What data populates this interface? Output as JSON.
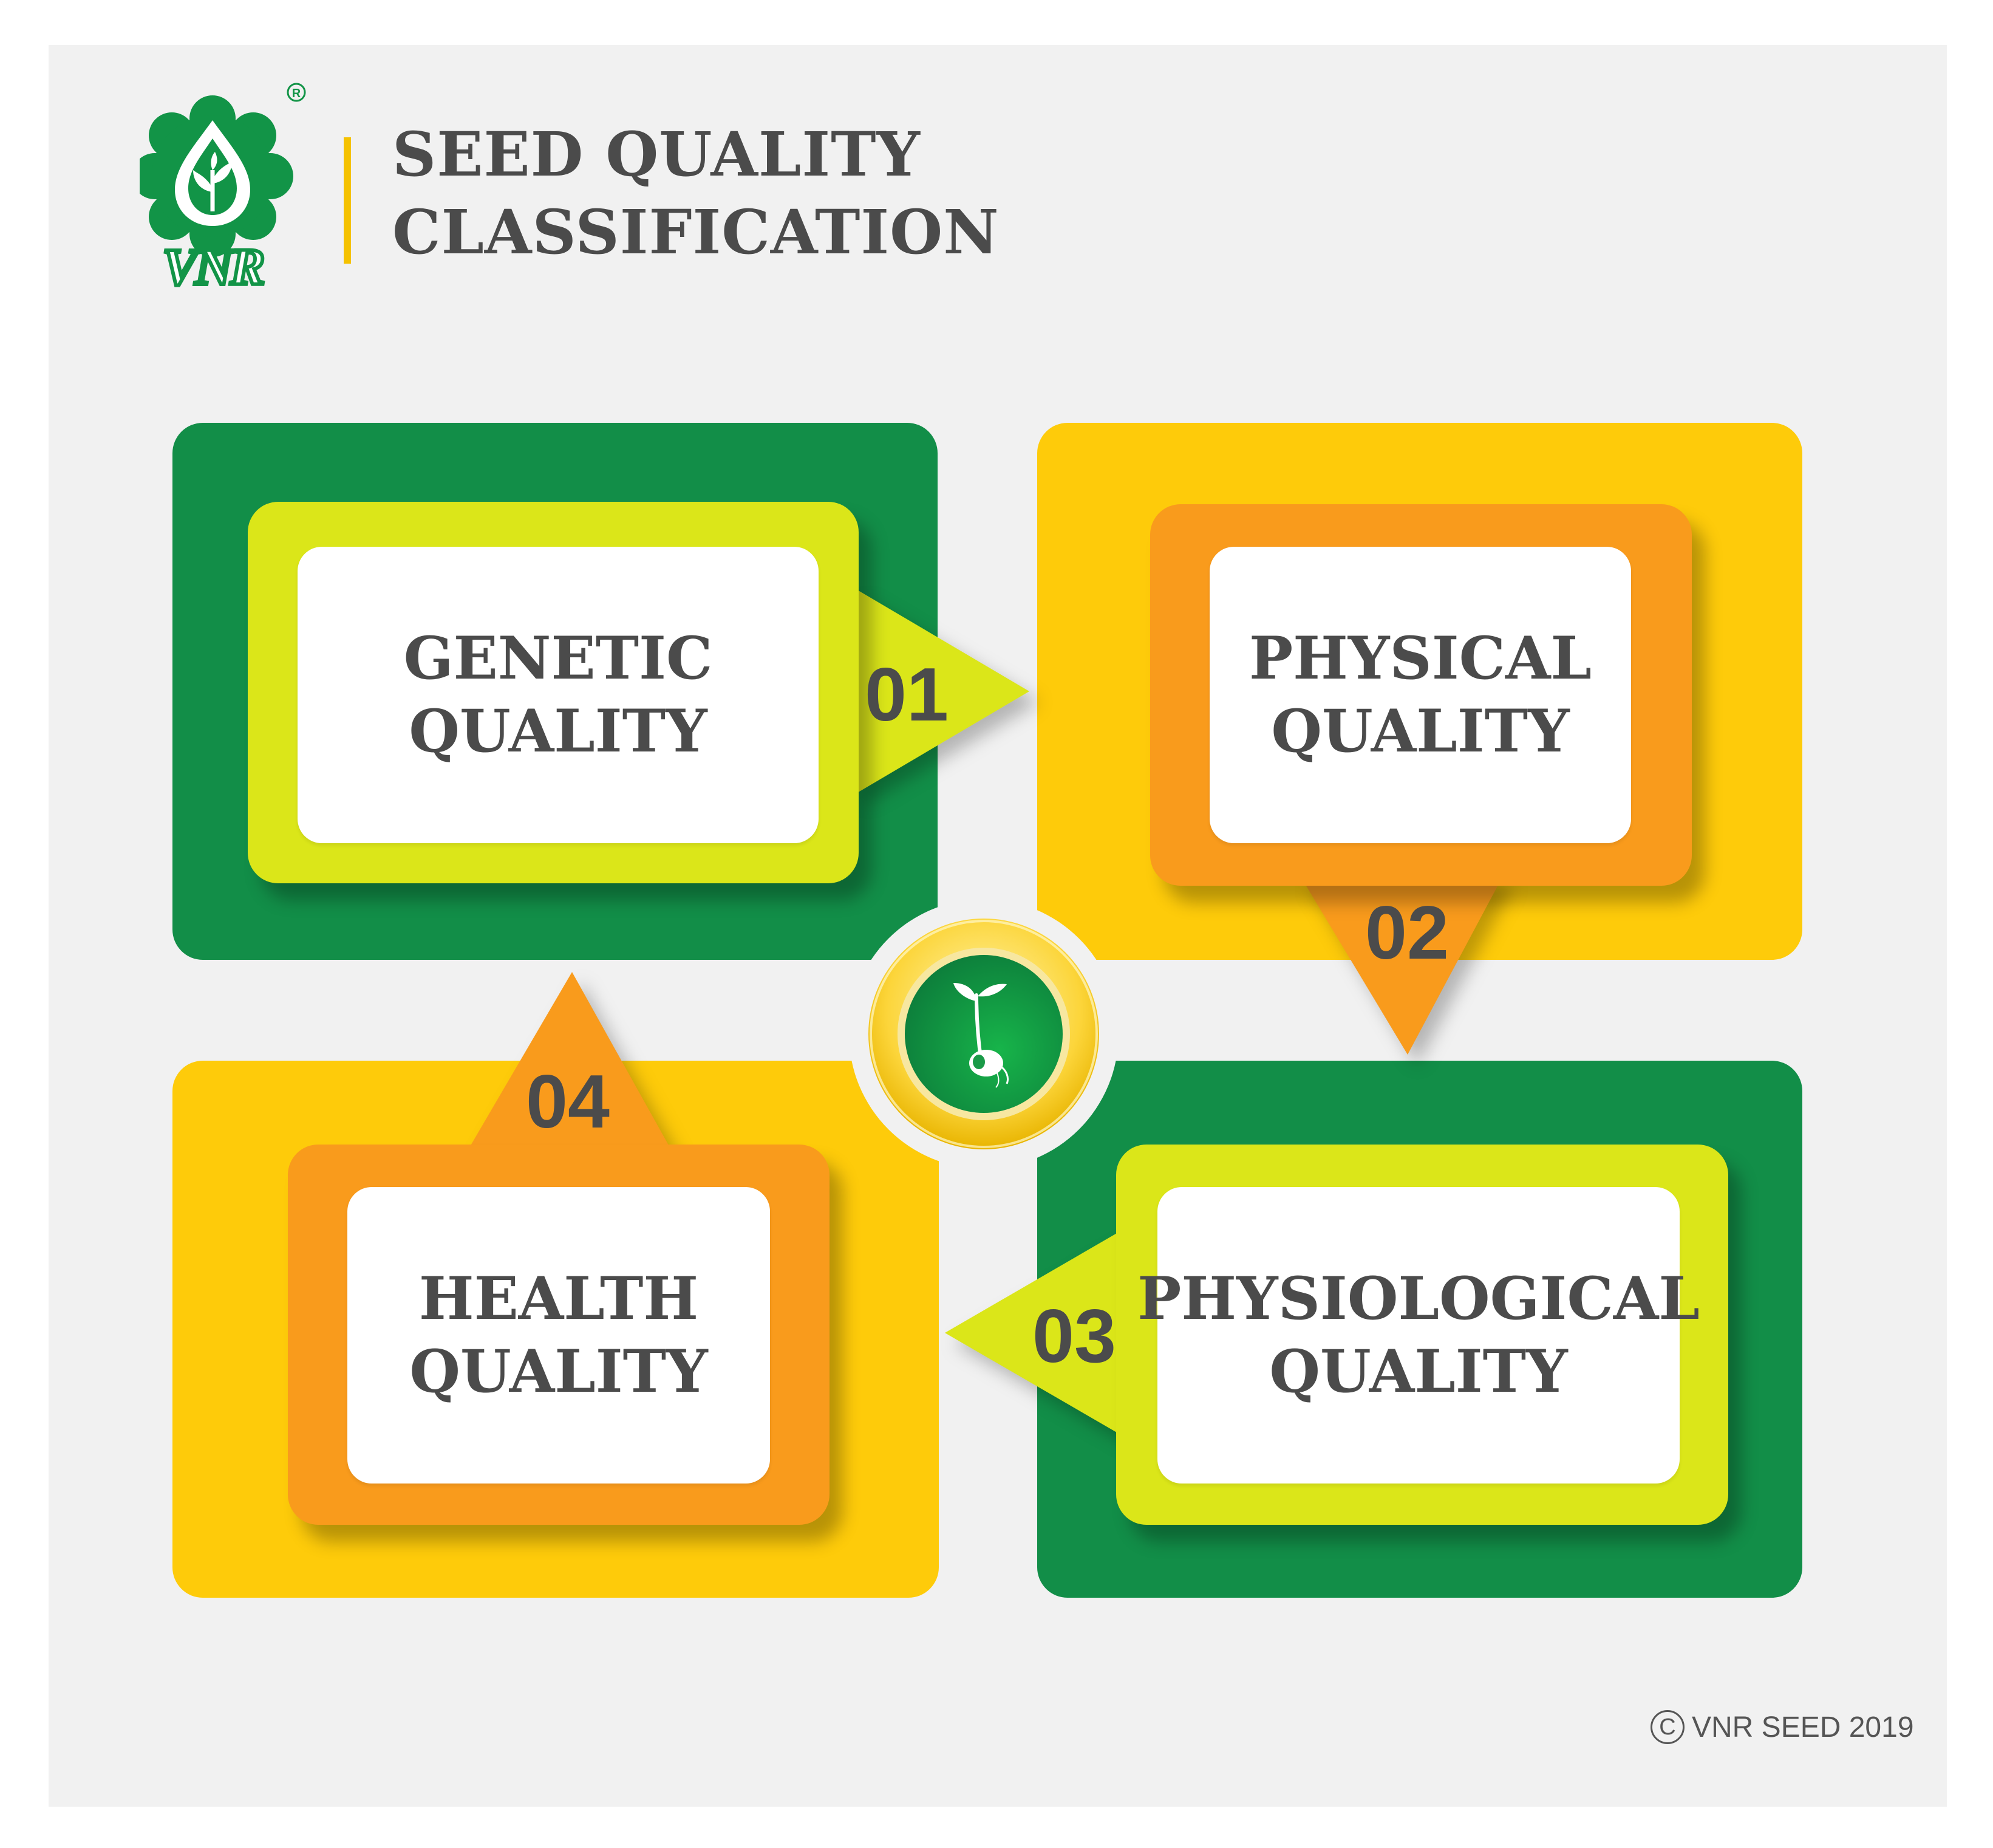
{
  "header": {
    "logo_text": "VNR",
    "registered_mark": "®",
    "title_line1": "SEED QUALITY",
    "title_line2": "CLASSIFICATION"
  },
  "steps": [
    {
      "number": "01",
      "line1": "GENETIC",
      "line2": "QUALITY"
    },
    {
      "number": "02",
      "line1": "PHYSICAL",
      "line2": "QUALITY"
    },
    {
      "number": "03",
      "line1": "PHYSIOLOGICAL",
      "line2": "QUALITY"
    },
    {
      "number": "04",
      "line1": "HEALTH",
      "line2": "QUALITY"
    }
  ],
  "center_icon": "seedling-icon",
  "footer": {
    "copyright_symbol": "C",
    "copyright_text": "VNR SEED 2019"
  },
  "colors": {
    "green": "#128e48",
    "yellow": "#fecb0a",
    "lime": "#dbe619",
    "orange": "#f99b1c",
    "text": "#4b4b4b",
    "background": "#f1f1f1"
  }
}
